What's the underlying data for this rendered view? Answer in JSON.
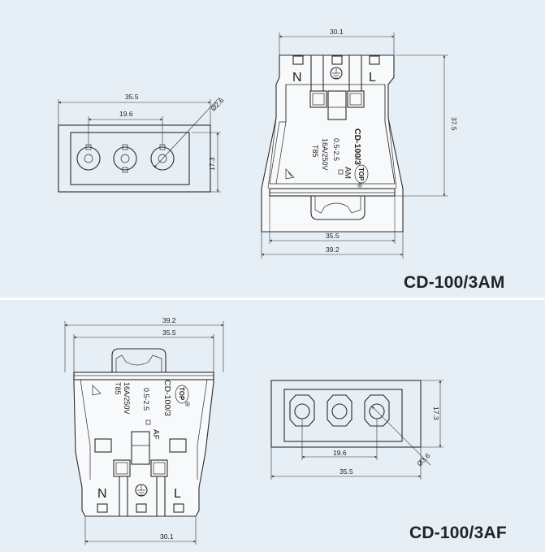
{
  "panels": {
    "top": {
      "title": "CD-100/3AM",
      "front_view": {
        "dims": {
          "overall_width": "35.5",
          "pin_spacing": "19.6",
          "height": "17.3",
          "pin_dia": "Ø2.6"
        }
      },
      "side_view": {
        "dims": {
          "top_width": "30.1",
          "height": "37.5",
          "width_inner": "35.5",
          "width_outer": "39.2"
        },
        "terminal_labels": {
          "neutral": "N",
          "live": "L"
        },
        "marking": {
          "model": "CD-100/3",
          "variant": "AM",
          "wire": "0.5-2.5",
          "rating": "16A/250V",
          "temp": "T85",
          "brand": "TOP",
          "reg": "®"
        }
      }
    },
    "bottom": {
      "title": "CD-100/3AF",
      "side_view": {
        "dims": {
          "width_outer": "39.2",
          "width_inner": "35.5",
          "bottom_width": "30.1"
        },
        "terminal_labels": {
          "neutral": "N",
          "live": "L"
        },
        "marking": {
          "model": "CD-100/3",
          "variant": "AF",
          "wire": "0.5-2.5",
          "rating": "16A/250V",
          "temp": "T85",
          "brand": "TOP",
          "reg": "®"
        }
      },
      "front_view": {
        "dims": {
          "height": "17.3",
          "pin_spacing": "19.6",
          "overall_width": "35.5",
          "pin_dia": "Ø3.6"
        }
      }
    }
  }
}
